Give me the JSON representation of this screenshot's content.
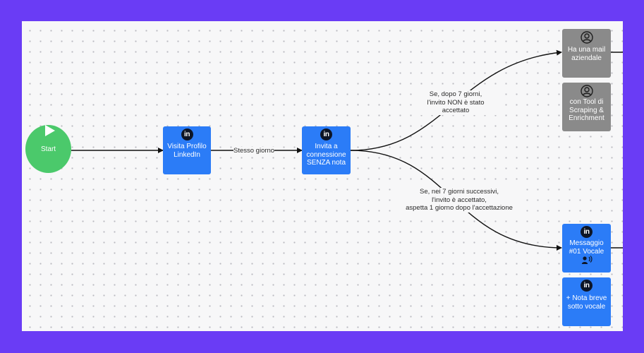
{
  "nodes": {
    "start": "Start",
    "visita": "Visita Profilo LinkedIn",
    "invita": "Invita a connessione SENZA nota",
    "mail": "Ha una mail aziendale",
    "tool": "con Tool di Scraping & Enrichment",
    "messaggio": "Messaggio #01 Vocale",
    "nota": "+ Nota breve sotto vocale"
  },
  "edges": {
    "stesso_giorno": "Stesso giorno",
    "non_accettato_1": "Se, dopo 7 giorni,",
    "non_accettato_2": "l'invito NON è stato",
    "non_accettato_3": "accettato",
    "accettato_1": "Se, nei 7 giorni successivi,",
    "accettato_2": "l'invito è accettato,",
    "accettato_3": "aspetta 1 giorno dopo l'accettazione"
  },
  "icons": {
    "linkedin": "in",
    "person": "person-icon",
    "voice": "voice-icon",
    "play": "play-icon"
  },
  "colors": {
    "background": "#6a3cf5",
    "canvas": "#f7f7f8",
    "start": "#4bc96b",
    "linkedin_node": "#2b7cf7",
    "gray_node": "#8a8a8a"
  }
}
